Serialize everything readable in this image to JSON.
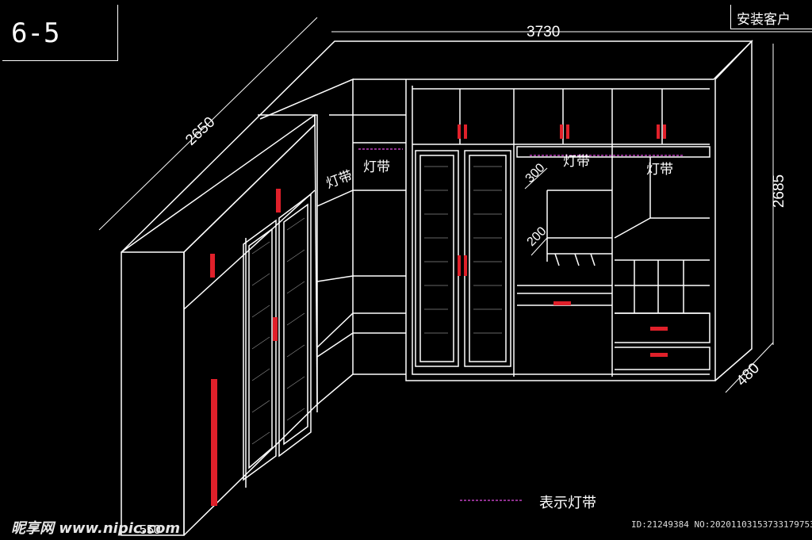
{
  "drawing_number": "6-5",
  "client_title": "安装客户",
  "dimensions": {
    "width_total": "3730",
    "depth_left": "2650",
    "height_total": "2685",
    "depth_right": "480",
    "shelf_a": "300",
    "shelf_b": "200",
    "bottom_left": "550"
  },
  "annotations": {
    "light_strip": "灯带"
  },
  "legend": {
    "label": "表示灯带",
    "line_color": "#c040c0"
  },
  "colors": {
    "lines": "#ffffff",
    "handles": "#e0202a",
    "background": "#000000"
  },
  "watermark": {
    "brand": "昵享网 www.nipic.com",
    "id_line": "ID:21249384 NO:20201103153733179753"
  }
}
